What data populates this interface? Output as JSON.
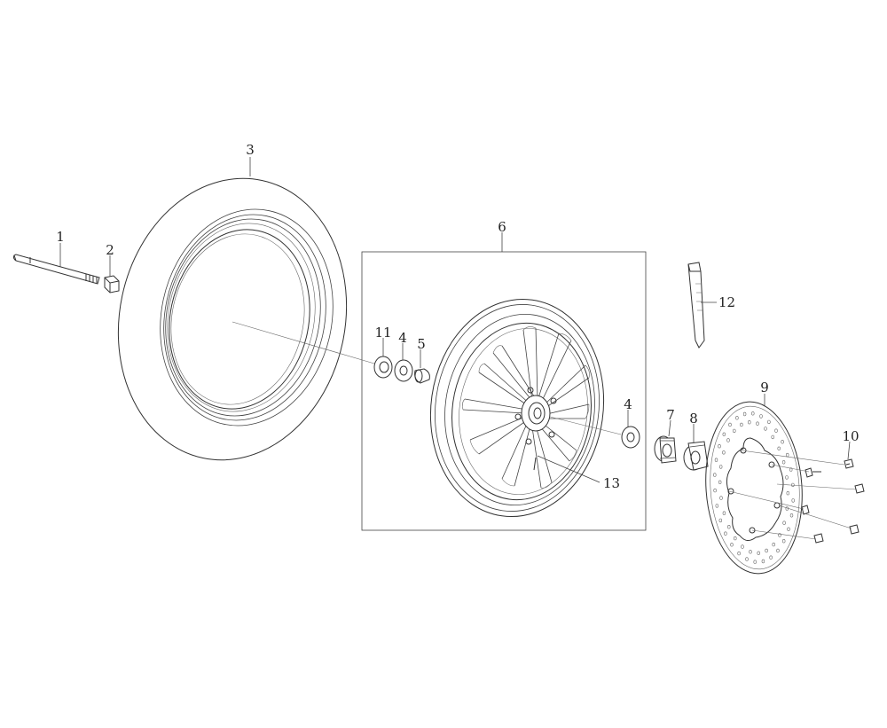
{
  "callouts": {
    "c1": "1",
    "c2": "2",
    "c3": "3",
    "c4a": "4",
    "c4b": "4",
    "c5": "5",
    "c6": "6",
    "c7": "7",
    "c8": "8",
    "c9": "9",
    "c10": "10",
    "c11": "11",
    "c12": "12",
    "c13": "13"
  },
  "colors": {
    "line": "#333333",
    "background": "#ffffff"
  }
}
